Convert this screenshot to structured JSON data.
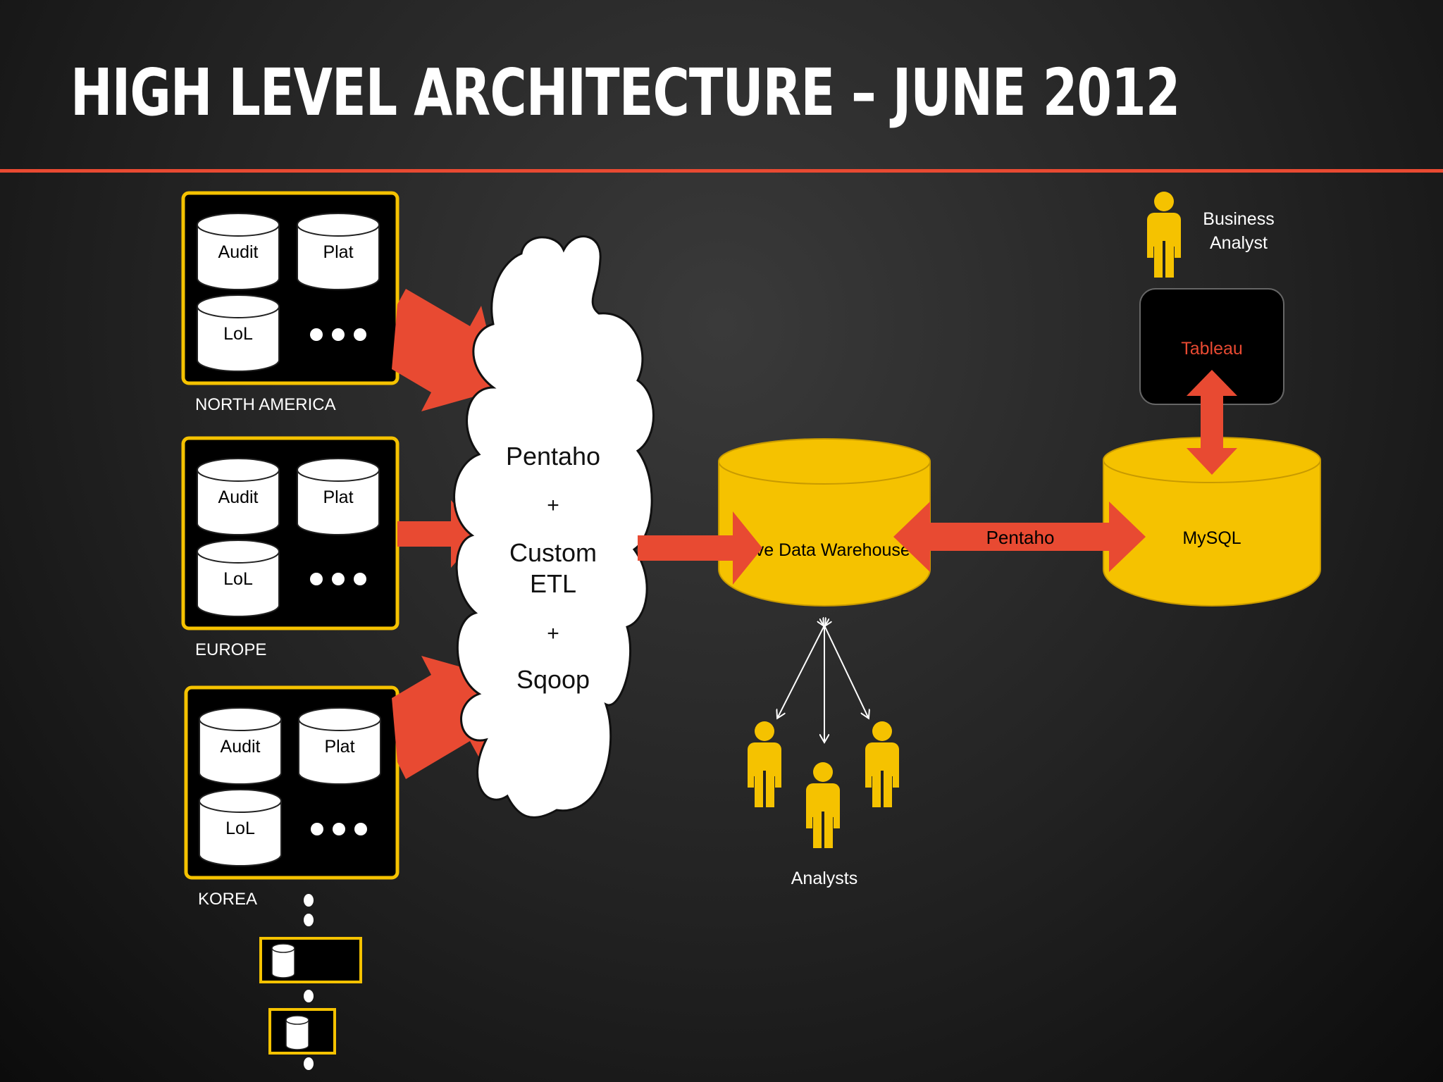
{
  "title": "HIGH LEVEL ARCHITECTURE – JUNE 2012",
  "regions": [
    {
      "name": "NORTH AMERICA",
      "databases": [
        "Audit",
        "Plat",
        "LoL"
      ]
    },
    {
      "name": "EUROPE",
      "databases": [
        "Audit",
        "Plat",
        "LoL"
      ]
    },
    {
      "name": "KOREA",
      "databases": [
        "Audit",
        "Plat",
        "LoL"
      ]
    }
  ],
  "etl": {
    "line1": "Pentaho",
    "plus1": "+",
    "line2": "Custom",
    "line3": "ETL",
    "plus2": "+",
    "line4": "Sqoop"
  },
  "warehouse": {
    "label": "Hive Data Warehouse"
  },
  "link": {
    "label": "Pentaho"
  },
  "mysql": {
    "label": "MySQL"
  },
  "tableau": {
    "label": "Tableau"
  },
  "business_analyst": {
    "line1": "Business",
    "line2": "Analyst"
  },
  "analysts": {
    "label": "Analysts"
  },
  "colors": {
    "accent_red": "#e84a32",
    "yellow": "#f5c200",
    "tableau_text": "#e84a32"
  }
}
